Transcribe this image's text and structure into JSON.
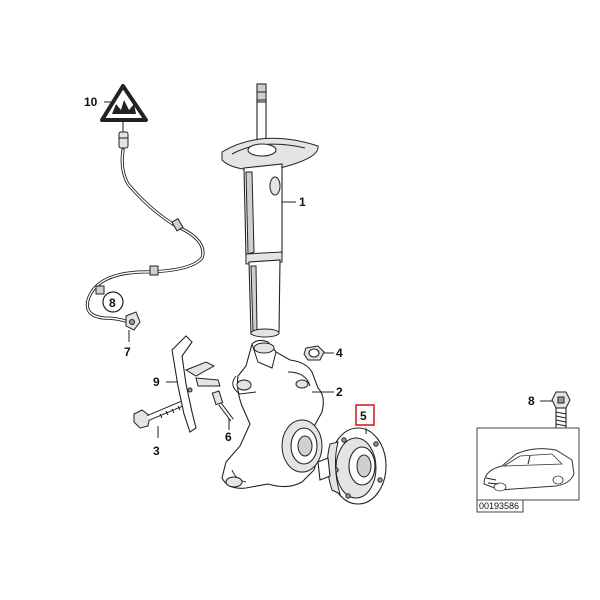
{
  "callouts": {
    "c1": "1",
    "c2": "2",
    "c3": "3",
    "c4": "4",
    "c5": "5",
    "c6": "6",
    "c7": "7",
    "c8": "8",
    "c9": "9",
    "c10": "10",
    "c8_inset": "8"
  },
  "highlighted_callout": "5",
  "highlight_color": "#d62020",
  "warning_icon": "warning-triangle-icon",
  "reference_code": "00193586"
}
